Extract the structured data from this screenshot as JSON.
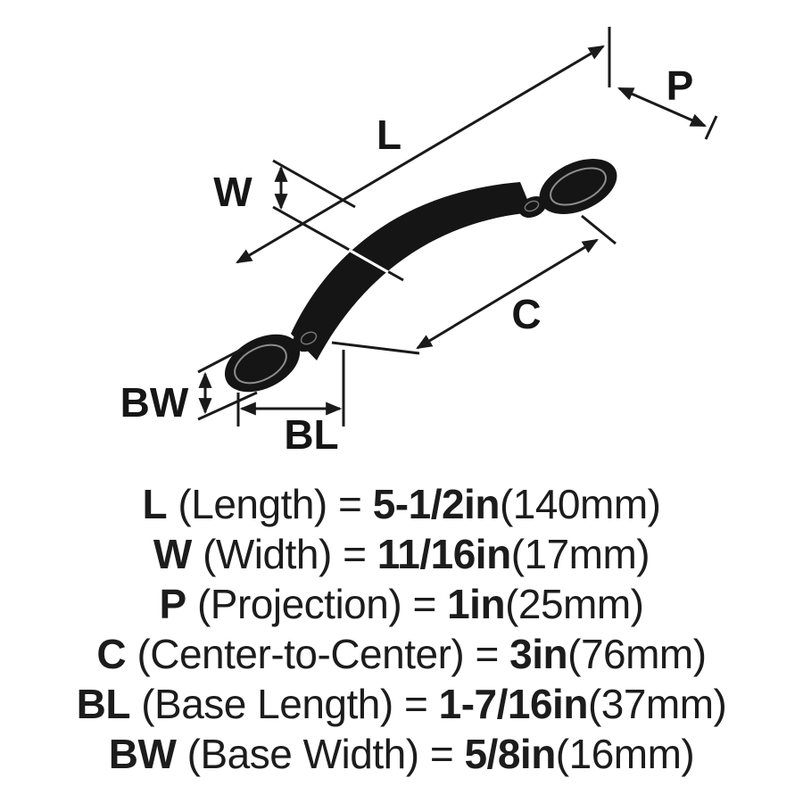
{
  "figure": {
    "background": "#ffffff",
    "ink": "#1a1a1a",
    "handle_color": "#151515",
    "detail_line_color": "#b5b5b5",
    "labels": {
      "L": "L",
      "W": "W",
      "P": "P",
      "C": "C",
      "BL": "BL",
      "BW": "BW"
    }
  },
  "specs": [
    {
      "code": "L",
      "label": "(Length)",
      "eq": "=",
      "value": "5-1/2in",
      "metric": "(140mm)"
    },
    {
      "code": "W",
      "label": "(Width)",
      "eq": "=",
      "value": "11/16in",
      "metric": "(17mm)"
    },
    {
      "code": "P",
      "label": "(Projection)",
      "eq": "=",
      "value": "1in",
      "metric": "(25mm)"
    },
    {
      "code": "C",
      "label": "(Center-to-Center)",
      "eq": "=",
      "value": "3in",
      "metric": "(76mm)"
    },
    {
      "code": "BL",
      "label": "(Base Length)",
      "eq": "=",
      "value": "1-7/16in",
      "metric": "(37mm)"
    },
    {
      "code": "BW",
      "label": "(Base Width)",
      "eq": "=",
      "value": "5/8in",
      "metric": "(16mm)"
    }
  ]
}
